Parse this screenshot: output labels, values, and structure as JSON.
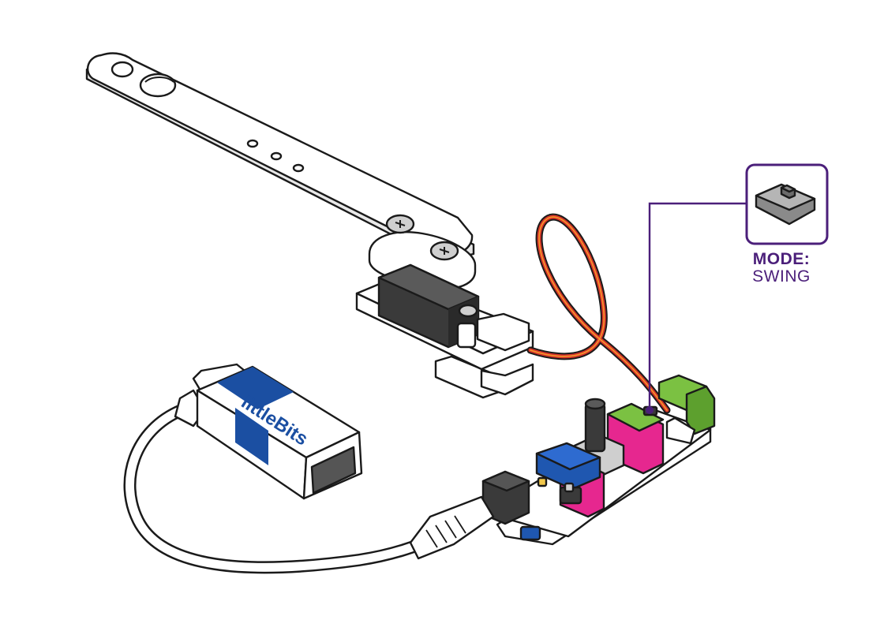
{
  "battery": {
    "brand": "littleBits"
  },
  "callout": {
    "label": "MODE:",
    "value": "SWING"
  },
  "colors": {
    "accent": "#4b1f7a",
    "battery_blue": "#1b4fa2",
    "power_blue": "#1f57b0",
    "input_pink": "#e6278f",
    "output_green": "#7bc142",
    "wire_red": "#d8342a",
    "wire_orange": "#f39a2b",
    "outline": "#1a1a1a"
  },
  "icons": [
    "servo-arm-icon",
    "servo-motor-icon",
    "battery-9v-icon",
    "mode-switch-icon",
    "power-cable-icon"
  ]
}
